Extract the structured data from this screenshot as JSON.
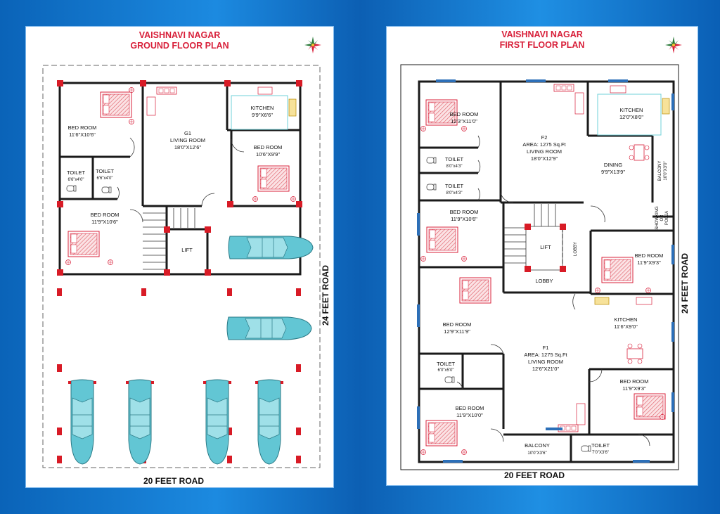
{
  "ground": {
    "title_line1": "VAISHNAVI NAGAR",
    "title_line2": "GROUND FLOOR PLAN",
    "road_bottom": "20 FEET ROAD",
    "road_side": "24 FEET ROAD",
    "rooms": {
      "bed1": {
        "name": "BED ROOM",
        "size": "11'6\"X10'6\""
      },
      "kitchen": {
        "name": "KITCHEN",
        "size": "9'9\"X6'6\""
      },
      "living_code": "G1",
      "living": {
        "name": "LIVING ROOM",
        "size": "18'0\"X12'6\""
      },
      "bed2": {
        "name": "BED ROOM",
        "size": "10'6\"X9'9\""
      },
      "toilet1": {
        "name": "TOILET",
        "size": "6'6\"x4'0\""
      },
      "toilet2": {
        "name": "TOILET",
        "size": "6'6\"x4'0\""
      },
      "bed3": {
        "name": "BED ROOM",
        "size": "11'9\"X10'6\""
      },
      "lift": "LIFT"
    }
  },
  "first": {
    "title_line1": "VAISHNAVI NAGAR",
    "title_line2": "FIRST FLOOR PLAN",
    "road_bottom": "20 FEET ROAD",
    "road_side": "24 FEET ROAD",
    "rooms": {
      "bed1": {
        "name": "BED ROOM",
        "size": "12'3\"X11'0\""
      },
      "f2_code": "F2",
      "f2_area": "AREA: 1275 Sq.Ft",
      "f2_living": {
        "name": "LIVING ROOM",
        "size": "18'0\"X12'9\""
      },
      "kitchen1": {
        "name": "KITCHEN",
        "size": "12'0\"X8'0\""
      },
      "dining": {
        "name": "DINING",
        "size": "9'9\"X13'9\""
      },
      "balcony1": {
        "name": "BALCONY",
        "size": "10'0\"X3'0\""
      },
      "toilet1": {
        "name": "TOILET",
        "size": "8'0\"x4'3\""
      },
      "toilet2": {
        "name": "TOILET",
        "size": "8'0\"x4'3\""
      },
      "shower_duct_1": "SHOWKING",
      "shower_duct_2": "OR",
      "shower_duct_3": "POOJA",
      "bed2": {
        "name": "BED ROOM",
        "size": "11'9\"X10'6\""
      },
      "lift": "LIFT",
      "lobby_v": "LOBBY",
      "lobby": "LOBBY",
      "bed3": {
        "name": "BED ROOM",
        "size": "11'9\"X9'3\""
      },
      "bed4": {
        "name": "BED ROOM",
        "size": "12'9\"X11'9\""
      },
      "kitchen2": {
        "name": "KITCHEN",
        "size": "11'6\"X9'0\""
      },
      "f1_code": "F1",
      "f1_area": "AREA: 1275 Sq.Ft",
      "f1_living": {
        "name": "LIVING ROOM",
        "size": "12'6\"X21'0\""
      },
      "toilet3": {
        "name": "TOILET",
        "size": "6'0\"x5'0\""
      },
      "bed5": {
        "name": "BED ROOM",
        "size": "11'9\"X9'3\""
      },
      "bed6": {
        "name": "BED ROOM",
        "size": "11'9\"X10'0\""
      },
      "balcony2": {
        "name": "BALCONY",
        "size": "10'0\"X3'6\""
      },
      "toilet4": {
        "name": "TOILET",
        "size": "7'0\"X3'6\""
      }
    }
  },
  "colors": {
    "background": "#0c66bb",
    "title": "#d8203a",
    "wall": "#1a1a1a",
    "column": "#d81b26",
    "car": "#58c4d4",
    "bed": "#e0606a"
  }
}
